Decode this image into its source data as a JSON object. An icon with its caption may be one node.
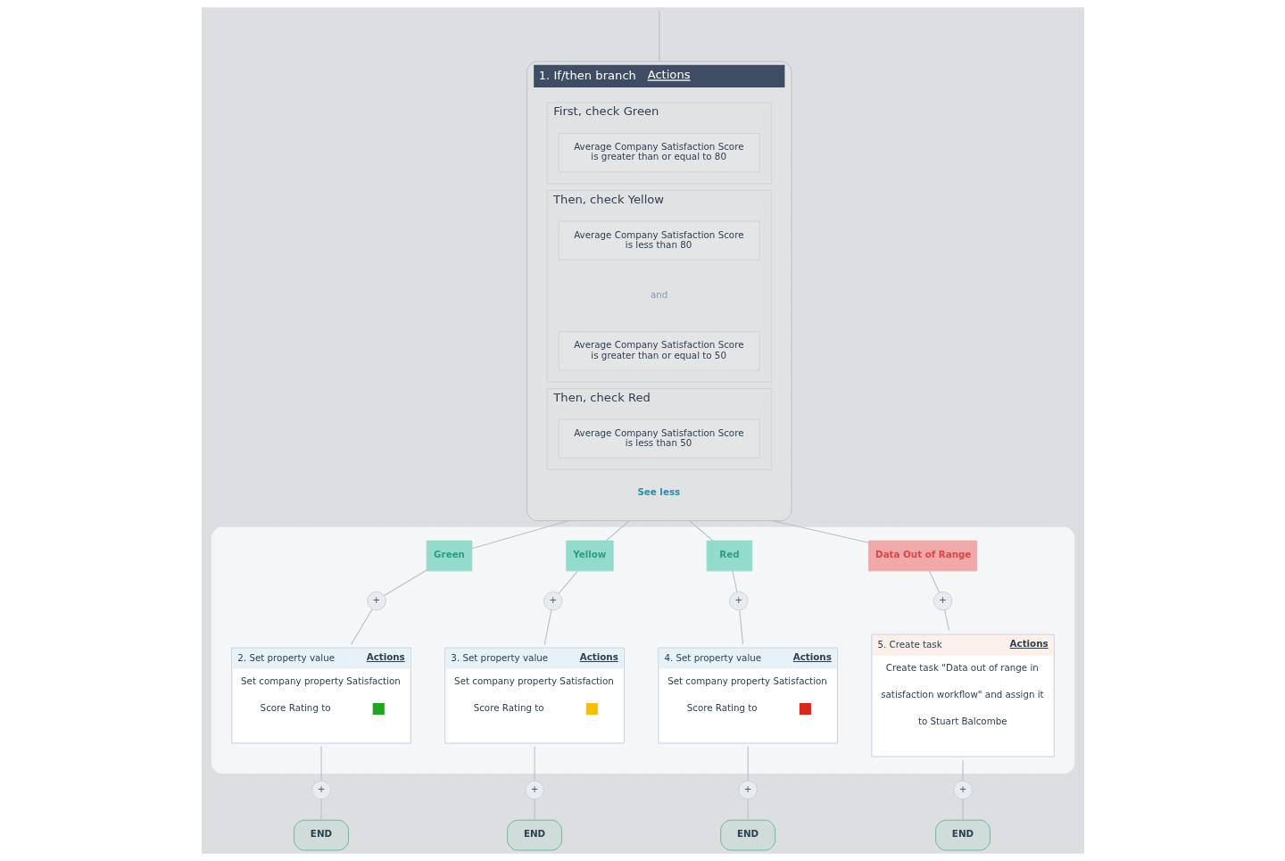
{
  "diagram": {
    "nodes": [
      {
        "text": [
          "1. If/then branch",
          "Actions"
        ]
      },
      {
        "text": [
          "First, check Green"
        ],
        "in": 0
      },
      {
        "text": [
          "Average Company Satisfaction Score is greater than or equal to 80"
        ],
        "in": 1
      },
      {
        "text": [
          "Then, check Yellow"
        ],
        "in": 0
      },
      {
        "text": [
          "Average Company Satisfaction Score is less than 80"
        ],
        "in": 3
      },
      {
        "text": [
          "and"
        ],
        "in": 3
      },
      {
        "text": [
          "Average Company Satisfaction Score is greater than or equal to 50"
        ],
        "in": 3
      },
      {
        "text": [
          "Then, check Red"
        ],
        "in": 0
      },
      {
        "text": [
          "Average Company Satisfaction Score is less than 50"
        ],
        "in": 7
      },
      {
        "text": [
          "See less"
        ],
        "in": 0
      },
      {
        "text": [],
        "shape": "box"
      },
      {
        "text": [
          "Green"
        ],
        "in": 10
      },
      {
        "text": [
          "Yellow"
        ],
        "in": 10
      },
      {
        "text": [
          "Red"
        ],
        "in": 10
      },
      {
        "text": [
          "Data Out of Range"
        ],
        "in": 10
      },
      {
        "text": [
          "+"
        ],
        "in": 10
      },
      {
        "text": [
          "+"
        ],
        "in": 10
      },
      {
        "text": [
          "+"
        ],
        "in": 10
      },
      {
        "text": [
          "+"
        ],
        "in": 10
      },
      {
        "text": [
          "2. Set property value",
          "Actions",
          "Set company property Satisfaction Score Rating to"
        ],
        "in": 10
      },
      {
        "text": [
          "3. Set property value",
          "Actions",
          "Set company property Satisfaction Score Rating to"
        ],
        "in": 10
      },
      {
        "text": [
          "4. Set property value",
          "Actions",
          "Set company property Satisfaction Score Rating to"
        ],
        "in": 10
      },
      {
        "text": [
          "5. Create task",
          "Actions",
          "Create task \"Data out of range in satisfaction workflow\" and assign it to Stuart Balcombe"
        ],
        "in": 10
      },
      {
        "text": [
          "+"
        ]
      },
      {
        "text": [
          "+"
        ]
      },
      {
        "text": [
          "+"
        ]
      },
      {
        "text": [
          "+"
        ]
      },
      {
        "text": [
          "END"
        ]
      },
      {
        "text": [
          "END"
        ]
      },
      {
        "text": [
          "END"
        ]
      },
      {
        "text": [
          "END"
        ]
      }
    ],
    "edges": [
      {
        "from": null,
        "to": 0,
        "arrow": "none"
      },
      {
        "from": 0,
        "to": 11,
        "arrow": "none"
      },
      {
        "from": 0,
        "to": 12,
        "arrow": "none"
      },
      {
        "from": 0,
        "to": 13,
        "arrow": "none"
      },
      {
        "from": 0,
        "to": 14,
        "arrow": "none"
      },
      {
        "from": 11,
        "to": 15,
        "arrow": "none"
      },
      {
        "from": 12,
        "to": 16,
        "arrow": "none"
      },
      {
        "from": 13,
        "to": 17,
        "arrow": "none"
      },
      {
        "from": 14,
        "to": 18,
        "arrow": "none"
      },
      {
        "from": 15,
        "to": 19,
        "arrow": "none"
      },
      {
        "from": 16,
        "to": 20,
        "arrow": "none"
      },
      {
        "from": 17,
        "to": 21,
        "arrow": "none"
      },
      {
        "from": 18,
        "to": 22,
        "arrow": "none"
      },
      {
        "from": 19,
        "to": 23,
        "arrow": "none"
      },
      {
        "from": 20,
        "to": 24,
        "arrow": "none"
      },
      {
        "from": 21,
        "to": 25,
        "arrow": "none"
      },
      {
        "from": 22,
        "to": 26,
        "arrow": "none"
      },
      {
        "from": 23,
        "to": 27,
        "arrow": "none"
      },
      {
        "from": 24,
        "to": 28,
        "arrow": "none"
      },
      {
        "from": 25,
        "to": 29,
        "arrow": "none"
      },
      {
        "from": 26,
        "to": 30,
        "arrow": "none"
      }
    ]
  }
}
